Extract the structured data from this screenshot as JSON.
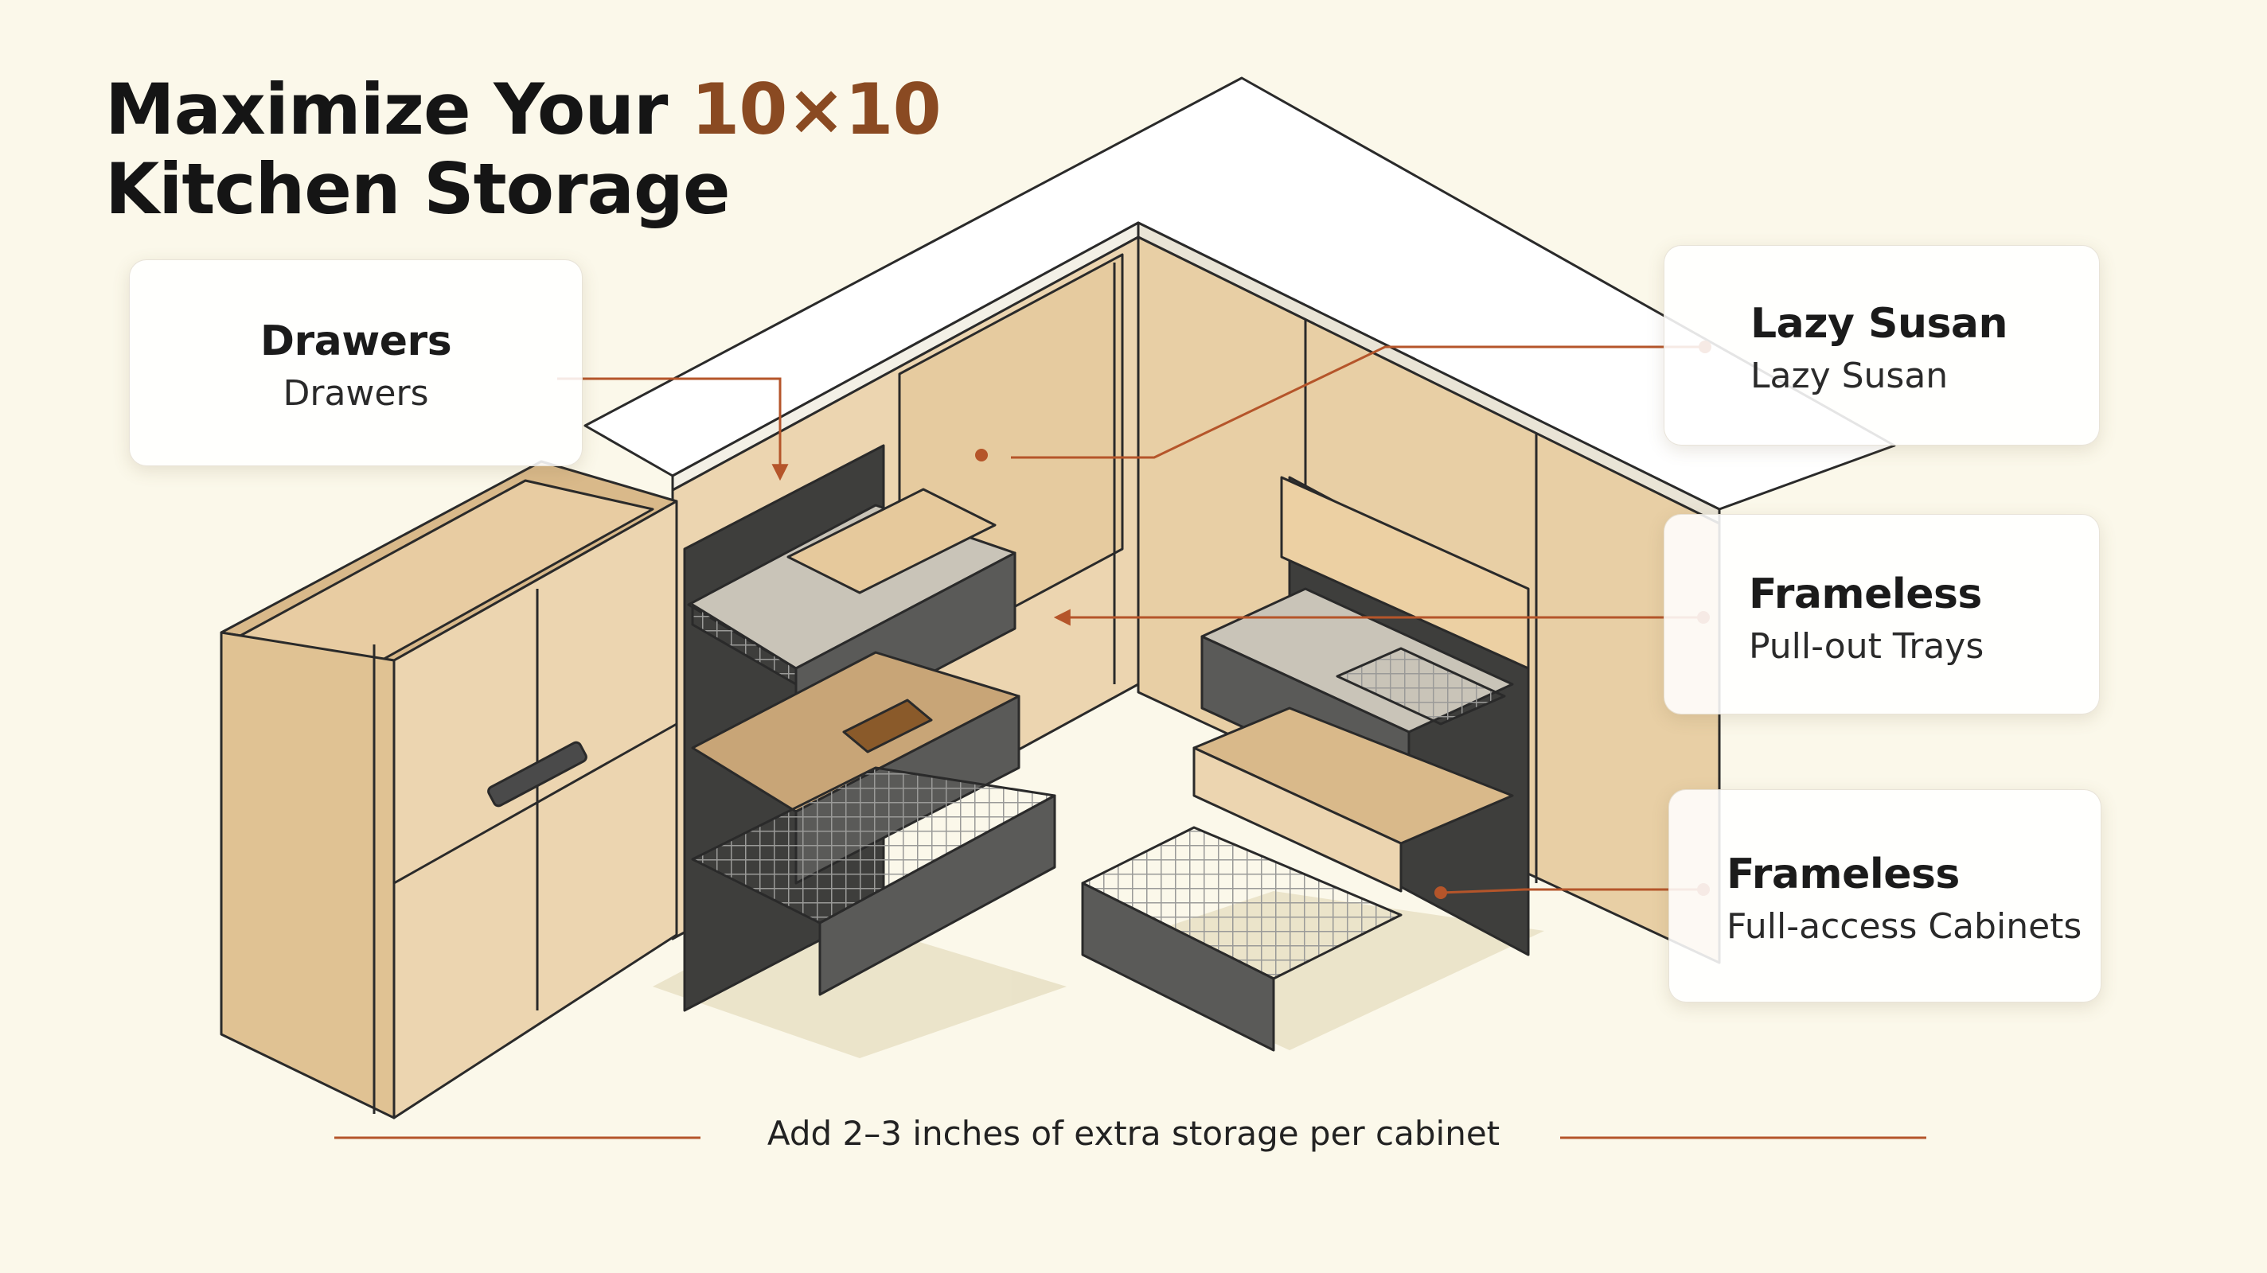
{
  "title": {
    "line1_prefix": "Maximize Your ",
    "line1_accent": "10×10",
    "line2": "Kitchen Storage"
  },
  "callouts": {
    "drawers": {
      "heading": "Drawers",
      "subtitle": "Drawers"
    },
    "lazy_susan": {
      "heading": "Lazy Susan",
      "subtitle": "Lazy Susan"
    },
    "trays": {
      "heading": "Frameless",
      "subtitle": "Pull-out Trays"
    },
    "full_access": {
      "heading": "Frameless",
      "subtitle": "Full-access Cabinets"
    }
  },
  "footer": {
    "text": "Add 2–3 inches of extra storage per cabinet"
  },
  "colors": {
    "background": "#fbf8ea",
    "accent": "#8a4a22",
    "leader_line": "#b5552a",
    "wood": "#ecd5b0",
    "drawer_front": "#5a5a58",
    "countertop": "#ffffff"
  }
}
